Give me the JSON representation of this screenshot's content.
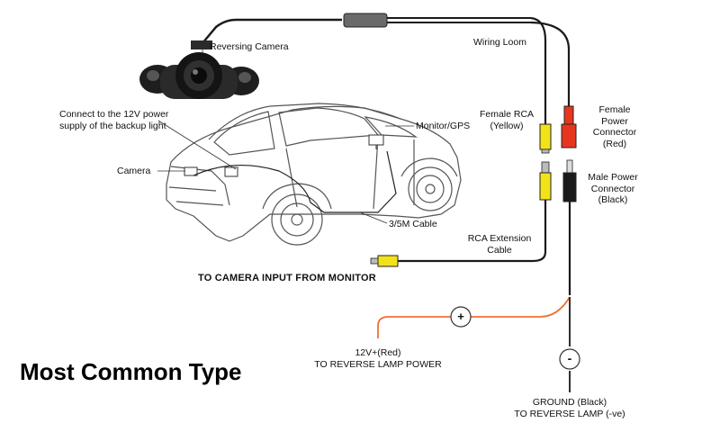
{
  "labels": {
    "reversing_camera": "Reversing Camera",
    "wiring_loom": "Wiring Loom",
    "power_note": "Connect to the 12V power\nsupply of the backup light",
    "monitor_gps": "Monitor/GPS",
    "camera": "Camera",
    "female_rca": "Female RCA\n(Yellow)",
    "female_power": "Female\nPower\nConnector\n(Red)",
    "male_power": "Male Power\nConnector\n(Black)",
    "cable": "3/5M  Cable",
    "rca_extension": "RCA Extension\nCable",
    "to_camera_input": "TO CAMERA INPUT FROM MONITOR",
    "plus_sign": "+",
    "minus_sign": "-",
    "power_line": "12V+(Red)\nTO REVERSE LAMP POWER",
    "ground_line": "GROUND (Black)\nTO REVERSE LAMP (-ve)",
    "title": "Most Common Type"
  },
  "colors": {
    "red_wire": "#f07030",
    "black_wire": "#1a1a1a",
    "yellow_plug": "#f2e21a",
    "red_plug": "#e8351f",
    "car_line": "#555555"
  },
  "icons": {
    "camera": "backup-camera-icon",
    "car": "car-outline-illustration",
    "plus": "plus-circle-icon",
    "minus": "minus-circle-icon"
  }
}
